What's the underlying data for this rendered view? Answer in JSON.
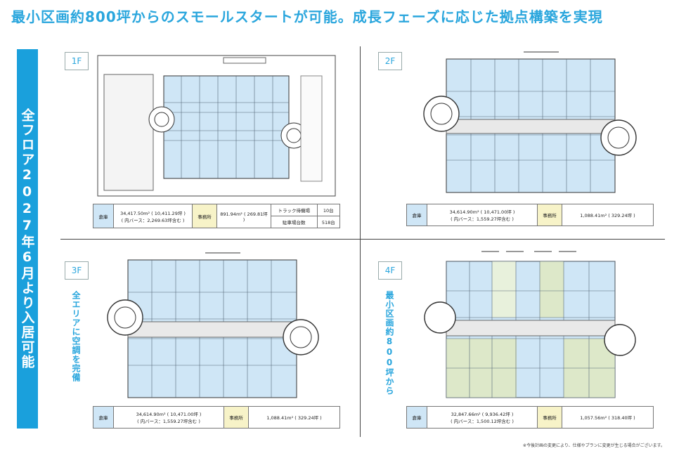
{
  "headline": "最小区画約800坪からのスモールスタートが可能。成長フェーズに応じた拠点構築を実現",
  "side_banner": "全フロア2027年6月より入居可能",
  "floors": [
    {
      "label": "1F",
      "warehouse_label": "倉庫",
      "warehouse_area": "34,417.50m² ( 10,411.29坪 )",
      "warehouse_note": "( 内バース：2,269.63坪含む )",
      "office_label": "事務所",
      "office_area": "891.94m² ( 269.81坪 )",
      "truck_label": "トラック待機場",
      "truck_value": "10台",
      "parking_label": "駐車場台数",
      "parking_value": "518台"
    },
    {
      "label": "2F",
      "warehouse_label": "倉庫",
      "warehouse_area": "34,614.90m² ( 10,471.00坪 )",
      "warehouse_note": "( 内バース：1,559.27坪含む )",
      "office_label": "事務所",
      "office_area": "1,088.41m² ( 329.24坪 )"
    },
    {
      "label": "3F",
      "warehouse_label": "倉庫",
      "warehouse_area": "34,614.90m² ( 10,471.00坪 )",
      "warehouse_note": "( 内バース：1,559.27坪含む )",
      "office_label": "事務所",
      "office_area": "1,088.41m² ( 329.24坪 )"
    },
    {
      "label": "4F",
      "warehouse_label": "倉庫",
      "warehouse_area": "32,847.66m² ( 9,936.42坪 )",
      "warehouse_note": "( 内バース：1,500.12坪含む )",
      "office_label": "事務所",
      "office_area": "1,057.56m² ( 318.40坪 )"
    }
  ],
  "note_3f": "全エリアに空調を完備",
  "note_4f": "最小区画約800坪から",
  "footnote": "※今後計画の変更により、仕様やプランに変更が生じる場合がございます。",
  "colors": {
    "accent": "#1aa0dc",
    "warehouse": "#cfe6f6",
    "office": "#f7f3c8",
    "green_zone": "#dde8c9"
  }
}
